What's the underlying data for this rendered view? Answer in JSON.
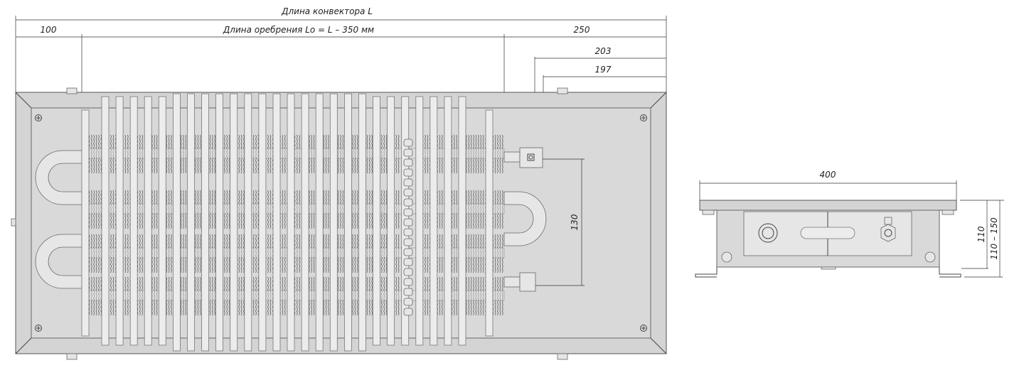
{
  "dimensions": {
    "convector_length": "Длина конвектора L",
    "fin_length": "Длина оребрения Lo = L – 350 мм",
    "left_offset": "100",
    "right_offset": "250",
    "connection_203": "203",
    "connection_197": "197",
    "pipe_spacing": "130",
    "width": "400",
    "height_110": "110",
    "height_range": "110 – 150"
  },
  "fin_blocks": 4,
  "rod_count": 26
}
